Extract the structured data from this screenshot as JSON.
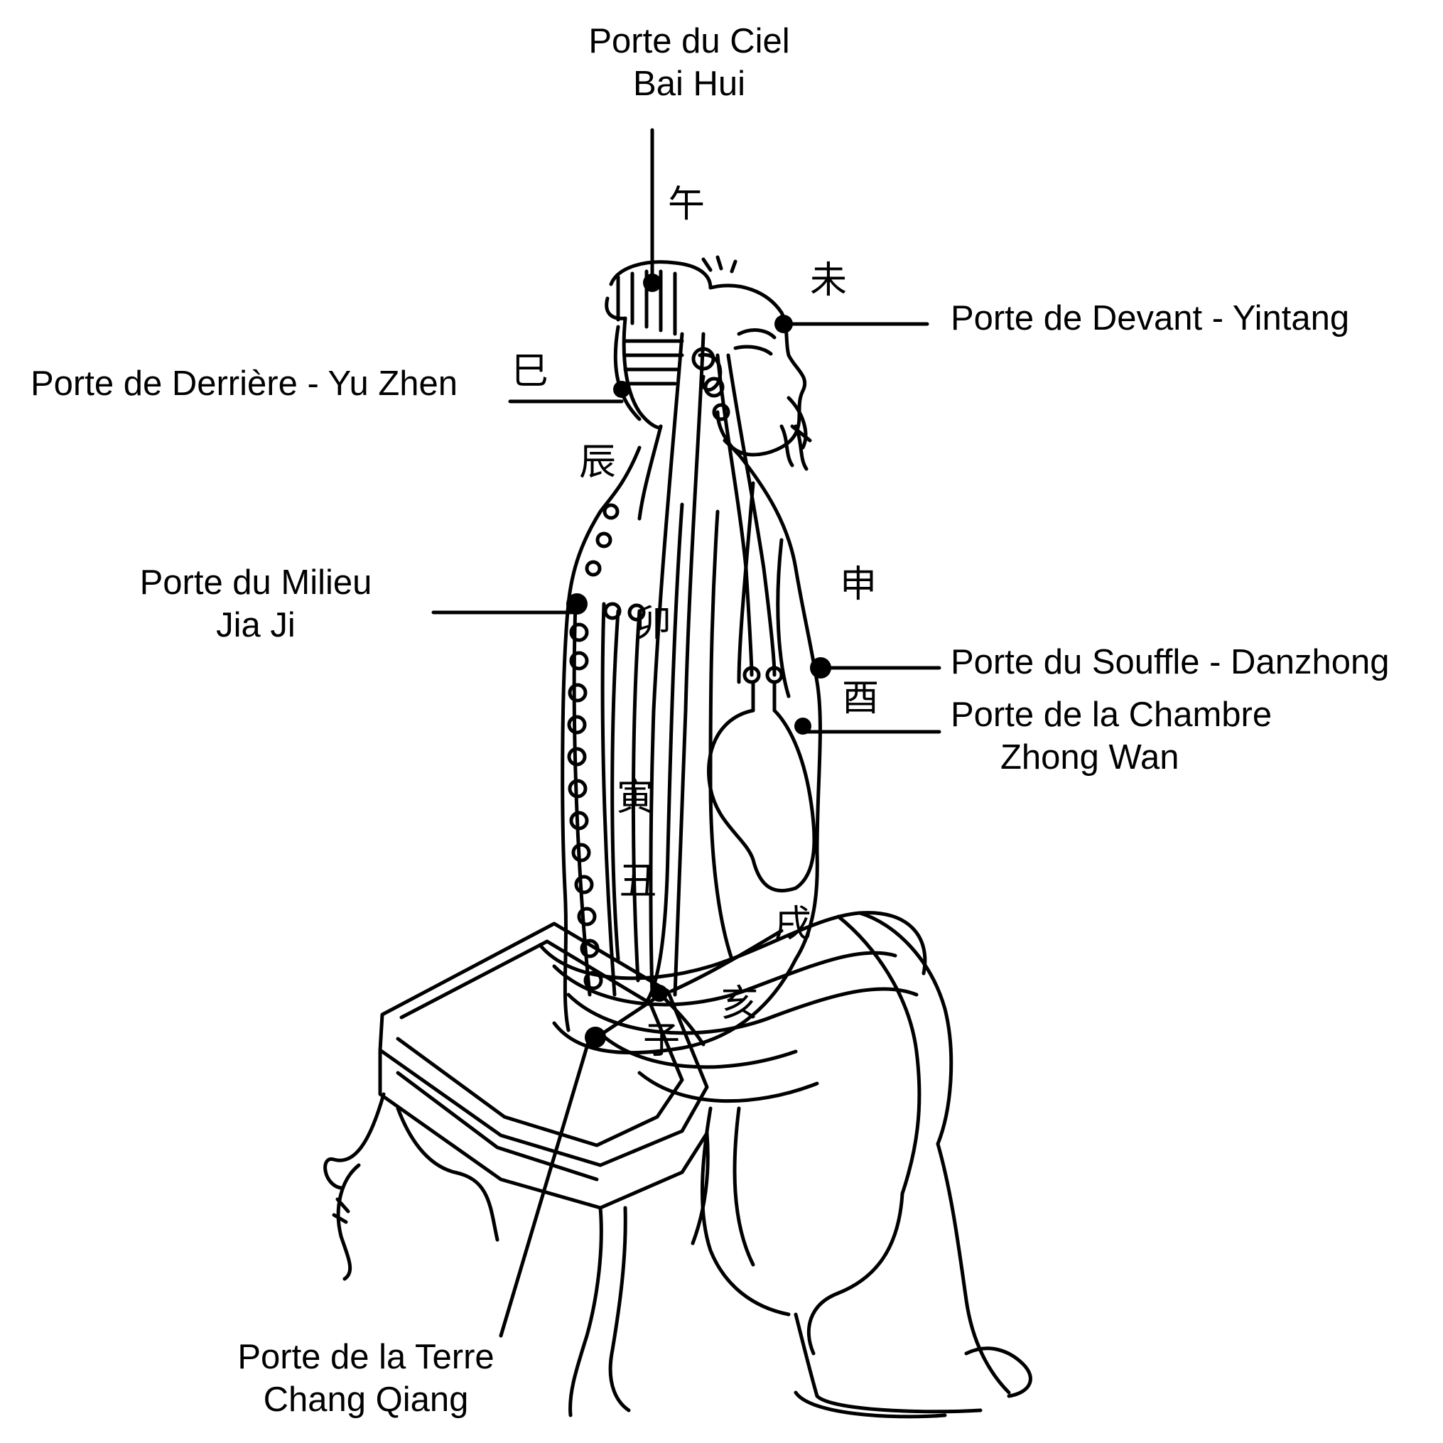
{
  "labels": {
    "bai_hui": {
      "line1": "Porte du Ciel",
      "line2": "Bai Hui"
    },
    "yintang": "Porte de Devant - Yintang",
    "yu_zhen": "Porte de Derrière - Yu Zhen",
    "jia_ji": {
      "line1": "Porte du Milieu",
      "line2": "Jia Ji"
    },
    "danzhong": "Porte du Souffle - Danzhong",
    "zhong_wan": {
      "line1": "Porte de la Chambre",
      "line2": "Zhong Wan"
    },
    "chang_qiang": {
      "line1": "Porte de la Terre",
      "line2": "Chang Qiang"
    }
  },
  "branch_glyphs": {
    "wu": "午",
    "wei": "未",
    "si": "巳",
    "chen": "辰",
    "shen": "申",
    "mao": "卯",
    "you": "酉",
    "yin": "寅",
    "chou": "丑",
    "xu": "戌",
    "hai": "亥",
    "zi": "子"
  },
  "colors": {
    "ink": "#000000",
    "background": "#ffffff"
  }
}
